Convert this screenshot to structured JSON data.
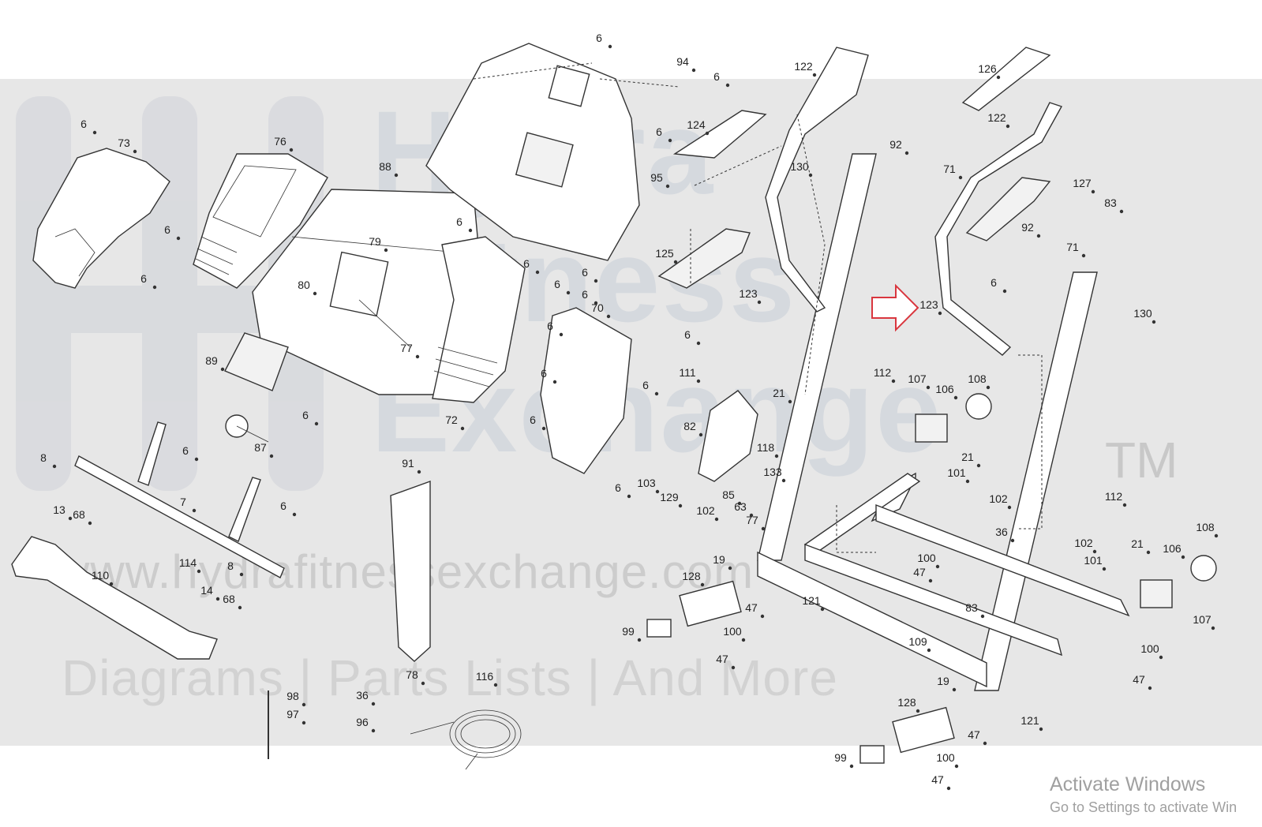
{
  "watermark": {
    "w1": "Hydra",
    "w2": "Fitness",
    "w3": "Exchange",
    "tm": "TM",
    "url": "www.hydrafitnessexchange.com",
    "tagline": "Diagrams | Parts Lists | And More"
  },
  "windows_notice": {
    "title": "Activate Windows",
    "subtitle": "Go to Settings to activate Win"
  },
  "accent_color": "#d9363e",
  "callouts": [
    "6",
    "73",
    "6",
    "6",
    "76",
    "88",
    "79",
    "80",
    "77",
    "89",
    "6",
    "87",
    "6",
    "8",
    "7",
    "6",
    "8",
    "13",
    "68",
    "110",
    "114",
    "14",
    "68",
    "6",
    "94",
    "6",
    "6",
    "124",
    "95",
    "6",
    "6",
    "6",
    "6",
    "6",
    "70",
    "6",
    "6",
    "6",
    "72",
    "6",
    "91",
    "6",
    "122",
    "126",
    "122",
    "130",
    "92",
    "71",
    "127",
    "83",
    "125",
    "123",
    "123",
    "92",
    "71",
    "6",
    "6",
    "130",
    "111",
    "21",
    "112",
    "107",
    "106",
    "108",
    "82",
    "118",
    "21",
    "103",
    "129",
    "102",
    "85",
    "63",
    "133",
    "77",
    "101",
    "102",
    "112",
    "36",
    "100",
    "47",
    "102",
    "101",
    "21",
    "106",
    "108",
    "128",
    "19",
    "47",
    "121",
    "83",
    "99",
    "100",
    "47",
    "109",
    "107",
    "100",
    "47",
    "19",
    "128",
    "121",
    "47",
    "99",
    "100",
    "47",
    "98",
    "36",
    "97",
    "96",
    "78",
    "116"
  ],
  "arrow_target": "123"
}
